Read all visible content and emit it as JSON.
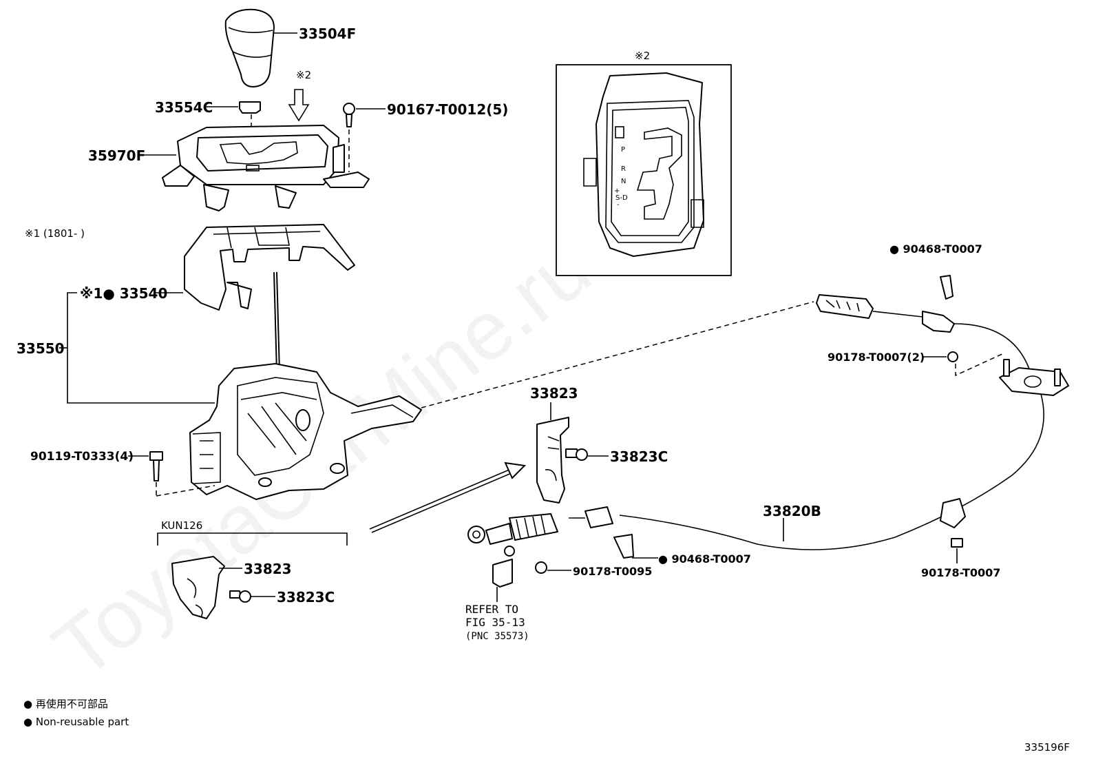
{
  "parts": {
    "p33504F": "33504F",
    "p33554C": "33554C",
    "p90167": "90167-T0012(5)",
    "p35970F": "35970F",
    "note1_range": "※1 (1801-      )",
    "p33540": "※1● 33540",
    "p33550": "33550",
    "p90119": "90119-T0333(4)",
    "p33823_top": "33823",
    "p33823C_top": "33823C",
    "kun": "KUN126",
    "p33823_low": "33823",
    "p33823C_low": "33823C",
    "p33820B": "33820B",
    "p90468_a": "● 90468-T0007",
    "p90468_b": "● 90468-T0007",
    "p90178_95": "90178-T0095",
    "p90178_2": "90178-T0007(2)",
    "p90178_r": "90178-T0007",
    "refer_1": "REFER TO",
    "refer_2": "FIG 35-13",
    "refer_3": "(PNC 35573)"
  },
  "inset": {
    "marker": "※2",
    "arrow_marker": "※2",
    "gates": [
      "P",
      "R",
      "N",
      "+",
      "S-D",
      "-"
    ]
  },
  "legend": {
    "jp": "● 再使用不可部品",
    "en": "● Non-reusable part"
  },
  "figure_code": "335196F",
  "watermark": "ToyotaCarMine.ru"
}
